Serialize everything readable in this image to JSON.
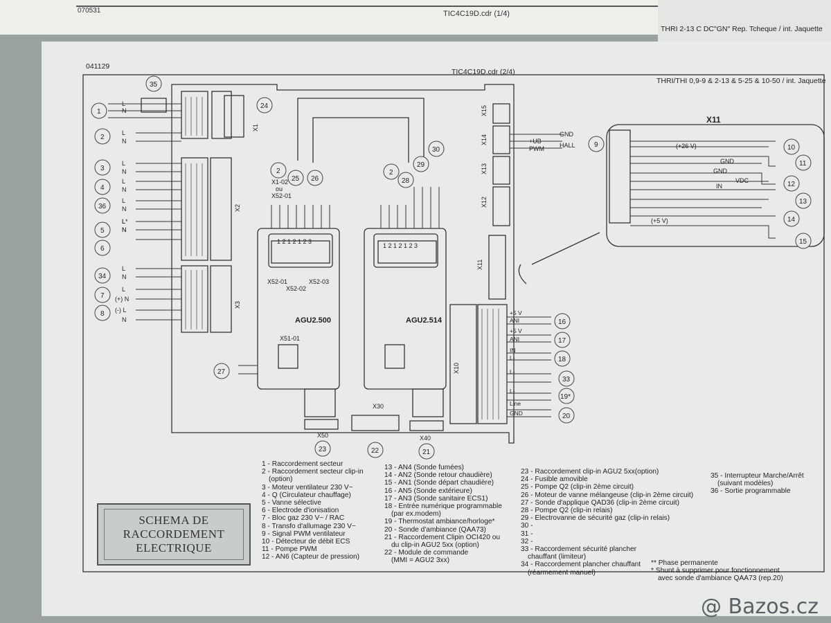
{
  "top_sheet": {
    "code": "070531",
    "cdr": "TIC4C19D.cdr (1/4)",
    "corner_text": "THRI 2-13 C DC\"GN\" Rep. Tcheque / int. Jaquette"
  },
  "header": {
    "code": "041129",
    "cdr": "TIC4C19D.cdr (2/4)",
    "model": "THRI/THI 0,9-9 & 2-13 & 5-25 & 10-50 / int. Jaquette"
  },
  "connectors": [
    "X1",
    "X2",
    "X3",
    "X10",
    "X11",
    "X12",
    "X13",
    "X14",
    "X15",
    "X30",
    "X40",
    "X50",
    "X51-01",
    "X52-01",
    "X52-02",
    "X52-03",
    "X1-02",
    "ou",
    "X52-01"
  ],
  "modules": [
    "AGU2.500",
    "AGU2.514"
  ],
  "x11_detail": {
    "title": "X11",
    "labels": [
      "(+26 V)",
      "GND",
      "GND",
      "VDC",
      "IN",
      "(+5 V)"
    ]
  },
  "x14_labels": [
    "GND",
    "+UB",
    "HALL",
    "PWM"
  ],
  "x10_labels": [
    "+5 V",
    "ANI",
    "+5 V",
    "ANI",
    "IN",
    "L-",
    "L-",
    "L-",
    "Line",
    "GND"
  ],
  "pins_left": [
    "L",
    "N",
    "L",
    "N",
    "L",
    "N",
    "L",
    "N",
    "L",
    "N",
    "L",
    "N",
    "L*",
    "N",
    "L",
    "N",
    "L",
    "(+) N",
    "(-) L",
    "N",
    "L"
  ],
  "callouts": [
    "1",
    "2",
    "3",
    "4",
    "36",
    "5",
    "6",
    "34",
    "7",
    "8",
    "35",
    "24",
    "9",
    "2",
    "25",
    "26",
    "2",
    "28",
    "29",
    "30",
    "27",
    "16",
    "17",
    "18",
    "33",
    "19*",
    "20",
    "23",
    "22",
    "21",
    "10",
    "11",
    "12",
    "13",
    "14",
    "15"
  ],
  "legend": {
    "col1": [
      "1 - Raccordement secteur",
      "2 - Raccordement secteur clip-in",
      "(option)",
      "3 - Moteur ventilateur 230 V~",
      "4 - Q (Circulateur chauffage)",
      "5 - Vanne sélective",
      "6 - Electrode d'ionisation",
      "7 - Bloc gaz 230 V~ / RAC",
      "8 - Transfo d'allumage 230 V~",
      "9 - Signal PWM ventilateur",
      "10 - Détecteur de débit ECS",
      "11 - Pompe PWM",
      "12 - AN6 (Capteur de pression)"
    ],
    "col2": [
      "13 - AN4 (Sonde fumées)",
      "14 - AN2 (Sonde retour chaudière)",
      "15 - AN1 (Sonde départ chaudière)",
      "16 - AN5 (Sonde extérieure)",
      "17 - AN3 (Sonde sanitaire ECS1)",
      "18 - Entrée numérique programmable",
      "(par ex.modem)",
      "19 - Thermostat ambiance/horloge*",
      "20 - Sonde d'ambiance (QAA73)",
      "21 - Raccordement Clipin OCI420 ou",
      "du clip-in AGU2 5xx (option)",
      "22 - Module de commande",
      "(MMI = AGU2 3xx)"
    ],
    "col3": [
      "23 - Raccordement clip-in AGU2 5xx(option)",
      "24 - Fusible amovible",
      "25 - Pompe Q2 (clip-in 2ème circuit)",
      "26 - Moteur de vanne mélangeuse (clip-in 2ème circuit)",
      "27 - Sonde d'applique QAD36 (clip-in 2ème circuit)",
      "28 - Pompe Q2 (clip-in relais)",
      "29 - Electrovanne de sécurité gaz (clip-in relais)",
      "30 -",
      "31 -",
      "32 -",
      "33 - Raccordement sécurité plancher",
      "chauffant (limiteur)",
      "34 - Raccordement plancher chauffant",
      "(réarmement manuel)"
    ],
    "col4": [
      "35 - Interrupteur Marche/Arrêt",
      "(suivant modèles)",
      "36 - Sortie programmable"
    ],
    "notes": [
      "** Phase permanente",
      "* Shunt à supprimer pour fonctionnement",
      "avec sonde d'ambiance QAA73 (rep.20)"
    ]
  },
  "title_block": {
    "line1": "SCHEMA DE",
    "line2": "RACCORDEMENT",
    "line3": "ELECTRIQUE"
  },
  "watermark": "@ Bazos.cz"
}
